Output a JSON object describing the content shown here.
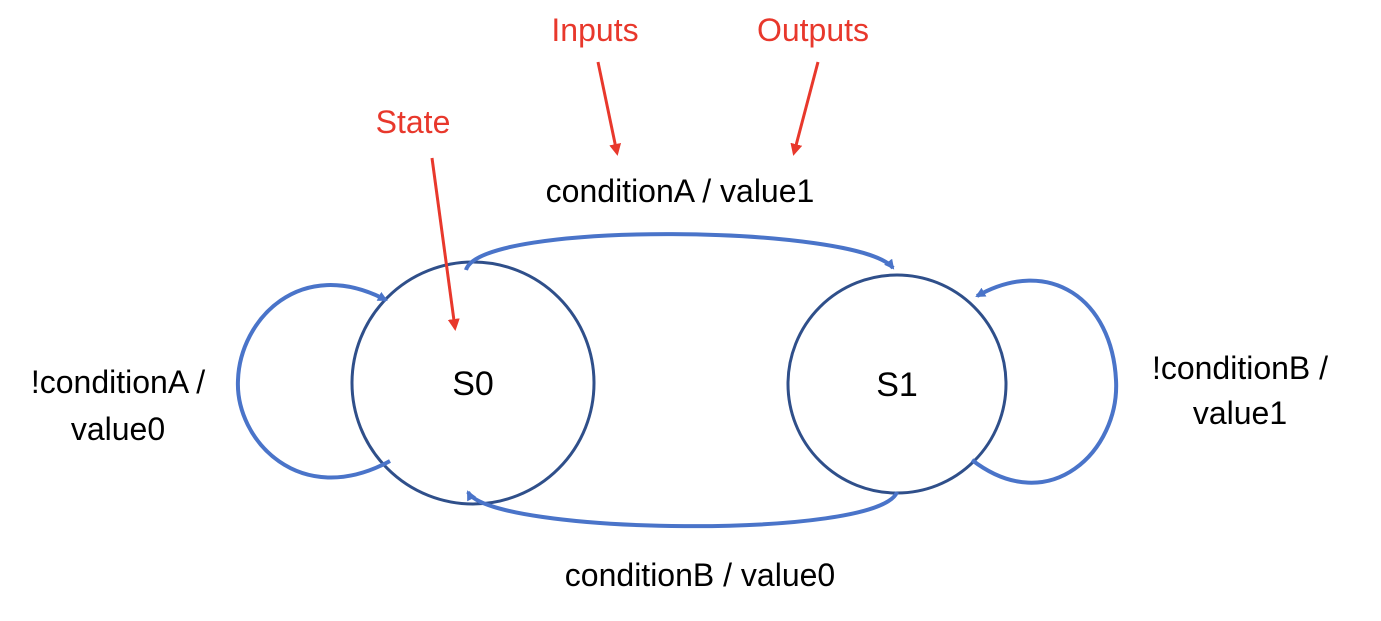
{
  "annotations": {
    "inputs": "Inputs",
    "outputs": "Outputs",
    "state": "State"
  },
  "states": [
    {
      "id": "S0",
      "label": "S0"
    },
    {
      "id": "S1",
      "label": "S1"
    }
  ],
  "transitions": {
    "s0_to_s1": "conditionA / value1",
    "s1_to_s0": "conditionB / value0",
    "s0_self": {
      "line1": "!conditionA /",
      "line2": "value0"
    },
    "s1_self": {
      "line1": "!conditionB /",
      "line2": "value1"
    }
  },
  "colors": {
    "state_stroke": "#2f4f8a",
    "transition": "#4a74c9",
    "annotation": "#e8382c"
  }
}
